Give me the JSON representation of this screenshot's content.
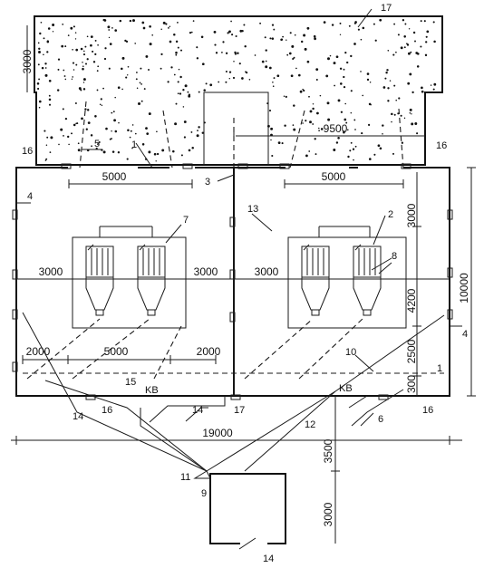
{
  "diagram": {
    "dimensions": {
      "d_3000_top": "3000",
      "d_9500": "9500",
      "d_5000_left": "5000",
      "d_5000_right": "5000",
      "d_3000_right_upper": "3000",
      "d_3000_a": "3000",
      "d_3000_b": "3000",
      "d_3000_c": "3000",
      "d_4200": "4200",
      "d_10000": "10000",
      "d_2500": "2500",
      "d_300": "300",
      "d_2000_left": "2000",
      "d_5000_lower": "5000",
      "d_2000_right": "2000",
      "d_19000": "19000",
      "d_3500": "3500",
      "d_3000_bottom": "3000"
    },
    "callouts": {
      "c1": "1",
      "c2": "2",
      "c3": "3",
      "c4_left": "4",
      "c4_right": "4",
      "c5": "5",
      "c6": "6",
      "c7": "7",
      "c8": "8",
      "c9": "9",
      "c10": "10",
      "c11": "11",
      "c12": "12",
      "c13": "13",
      "c14_a": "14",
      "c14_b": "14",
      "c14_c": "14",
      "c15": "15",
      "c16_a": "16",
      "c16_b": "16",
      "c16_c": "16",
      "c16_d": "16",
      "c17_top": "17",
      "c17_bottom": "17",
      "c1_right": "1"
    },
    "labels": {
      "kv_left": "KB",
      "kv_right": "KB"
    }
  }
}
